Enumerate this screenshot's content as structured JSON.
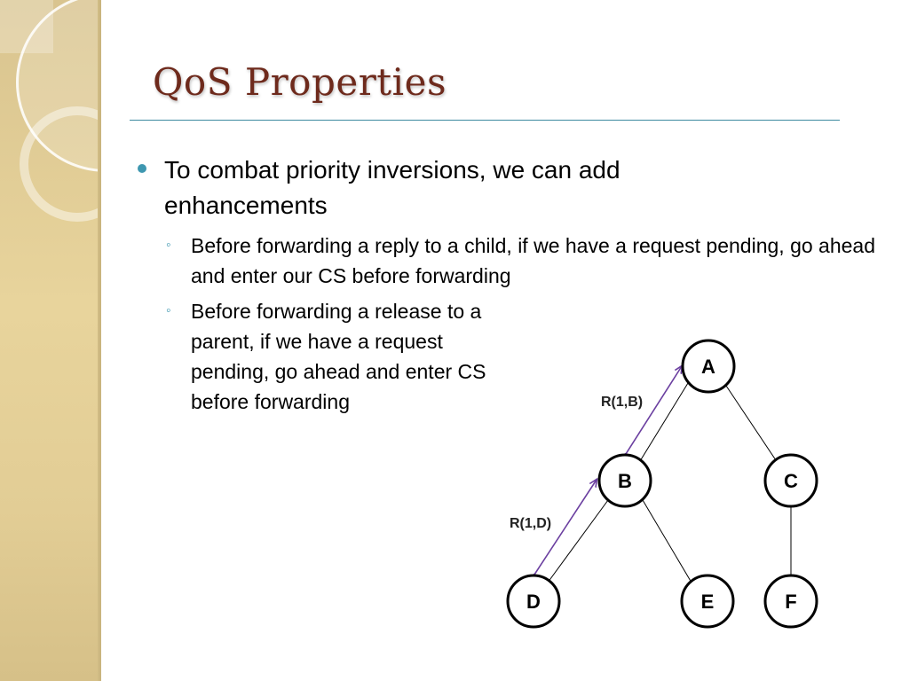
{
  "slide": {
    "title": "QoS Properties",
    "bullets": [
      {
        "level": 1,
        "text": "To combat priority inversions, we can add enhancements"
      },
      {
        "level": 2,
        "text": "Before forwarding a reply to a child, if we have a request pending, go ahead and enter our CS before forwarding"
      },
      {
        "level": 2,
        "text": "Before forwarding a release to a parent, if we have a request pending, go ahead and enter CS before forwarding"
      }
    ]
  },
  "diagram": {
    "nodes": [
      "A",
      "B",
      "C",
      "D",
      "E",
      "F"
    ],
    "edges": [
      [
        "A",
        "B"
      ],
      [
        "A",
        "C"
      ],
      [
        "B",
        "D"
      ],
      [
        "B",
        "E"
      ],
      [
        "C",
        "F"
      ]
    ],
    "messages": [
      {
        "between": [
          "B",
          "A"
        ],
        "label": "R(1,B)"
      },
      {
        "between": [
          "D",
          "B"
        ],
        "label": "R(1,D)"
      }
    ]
  },
  "colors": {
    "title": "#6e2a1c",
    "accent": "#3e97b0",
    "rule": "#3e8aa0",
    "arrow": "#6b3fa0",
    "sidebar": "#e3cf98"
  }
}
